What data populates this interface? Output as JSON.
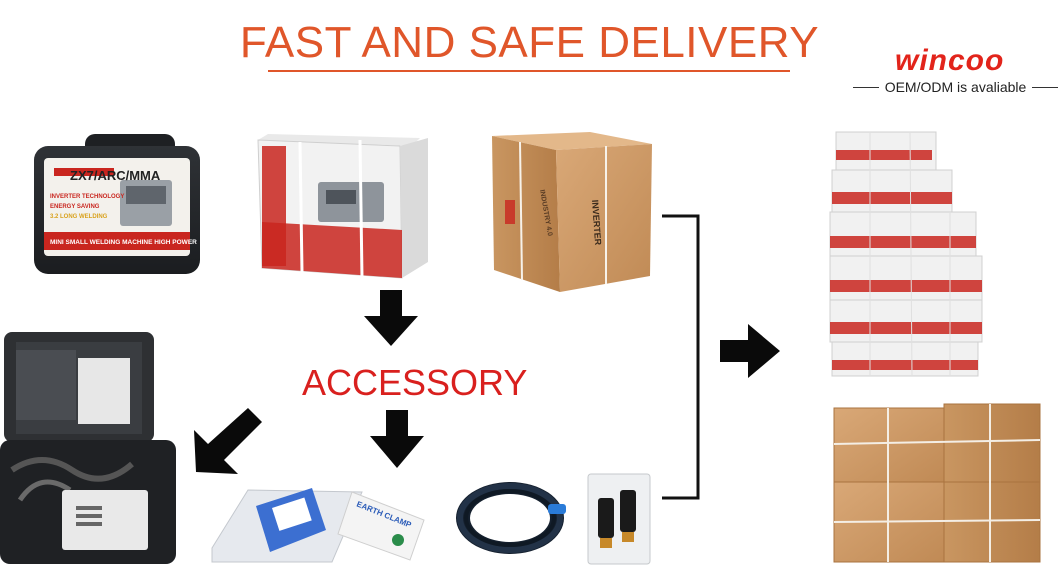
{
  "header": {
    "title": "FAST AND SAFE DELIVERY",
    "logo": "wincoo",
    "oem_note": "OEM/ODM is avaliable"
  },
  "accessory_label": "ACCESSORY",
  "case_label": {
    "model": "ZX7/ARC/MMA",
    "line1": "INVERTER TECHNOLOGY",
    "line2": "ENERGY SAVING",
    "line3": "3.2 LONG WELDING",
    "bottom": "MINI SMALL WELDING MACHINE HIGH POWER"
  },
  "carton_label": "INVERTER",
  "carton_side": "INDUSTRY 4.0",
  "clamp_label": "EARTH CLAMP",
  "icons": [
    "arrow-down-icon",
    "arrow-down-icon",
    "arrow-down-left-icon",
    "arrow-right-icon"
  ],
  "colors": {
    "title": "#e0562a",
    "brand_red": "#e2241b",
    "accessory": "#d9201e"
  }
}
